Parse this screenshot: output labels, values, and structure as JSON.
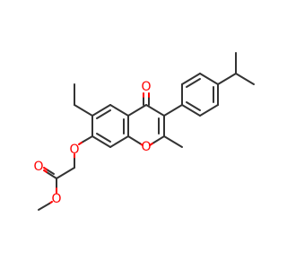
{
  "molecule": {
    "labels": {
      "carbonyl_oxygen": "O",
      "ring_oxygen": "O",
      "ether_oxygen": "O",
      "ester_carbonyl_oxygen": "O",
      "ester_oxygen": "O"
    },
    "colors": {
      "bond": "#333333",
      "oxygen": "#ff0000",
      "background": "#ffffff"
    }
  }
}
